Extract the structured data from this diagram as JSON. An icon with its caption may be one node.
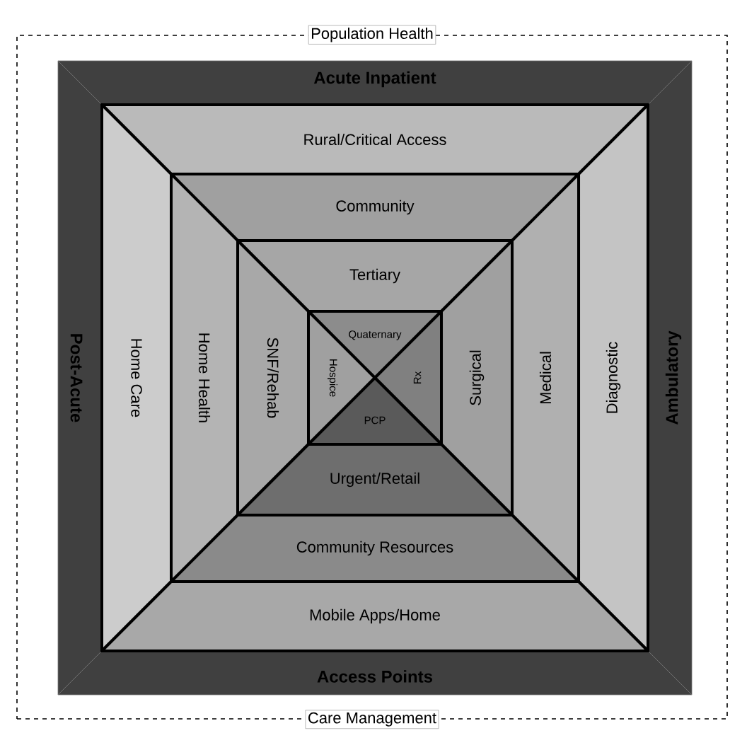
{
  "diagram": {
    "nodes": [
      {
        "text": [
          "Population Health",
          "Care Management"
        ]
      },
      {
        "text": [
          "Acute Inpatient"
        ],
        "in": 0
      },
      {
        "text": [
          "Post-Acute"
        ],
        "in": 0
      },
      {
        "text": [
          "Ambulatory"
        ],
        "in": 0
      },
      {
        "text": [
          "Access Points"
        ],
        "in": 0
      },
      {
        "text": [
          "Rural/Critical Access"
        ],
        "in": 0
      },
      {
        "text": [
          "Home Care"
        ],
        "in": 0
      },
      {
        "text": [
          "Diagnostic"
        ],
        "in": 0
      },
      {
        "text": [
          "Mobile Apps/Home"
        ],
        "in": 0
      },
      {
        "text": [
          "Community"
        ],
        "in": 0
      },
      {
        "text": [
          "Home Health"
        ],
        "in": 0
      },
      {
        "text": [
          "Medical"
        ],
        "in": 0
      },
      {
        "text": [
          "Community Resources"
        ],
        "in": 0
      },
      {
        "text": [
          "Tertiary"
        ],
        "in": 0
      },
      {
        "text": [
          "SNF/Rehab"
        ],
        "in": 0
      },
      {
        "text": [
          "Surgical"
        ],
        "in": 0
      },
      {
        "text": [
          "Urgent/Retail"
        ],
        "in": 0
      },
      {
        "text": [
          "Quaternary"
        ],
        "in": 0
      },
      {
        "text": [
          "Hospice"
        ],
        "in": 0
      },
      {
        "text": [
          "Rx"
        ],
        "in": 0
      },
      {
        "text": [
          "PCP"
        ],
        "in": 0
      }
    ]
  }
}
